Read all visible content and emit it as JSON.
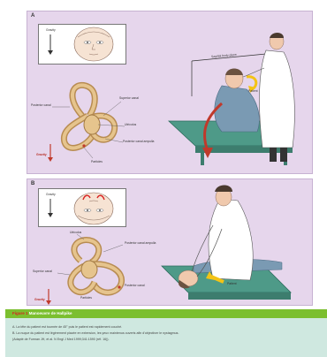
{
  "panel_a": {
    "letter": "A",
    "gravity_inset": {
      "label": "Gravity"
    },
    "ear_labels": {
      "superior": "Superior canal",
      "posterior": "Posterior canal",
      "utriculus": "Utriculus",
      "posterior_ampulla": "Posterior canal ampulla",
      "particles": "Particles",
      "gravity": "Gravity"
    },
    "patient_labels": {
      "plane": "Sagittal body plane",
      "patient": "Patient"
    }
  },
  "panel_b": {
    "letter": "B",
    "gravity_inset": {
      "label": "Gravity"
    },
    "ear_labels": {
      "utriculus": "Utriculus",
      "posterior_ampulla": "Posterior canal ampulla",
      "superior": "Superior canal",
      "posterior": "Posterior canal",
      "particles": "Particles",
      "gravity": "Gravity"
    },
    "patient_labels": {
      "patient": "Patient"
    }
  },
  "legend": {
    "figure_prefix": "Figure 1",
    "title": "Manoeuvre de Hallpike",
    "line_a": "A. La tête du patient est tournée de 45° puis le patient est rapidement couché.",
    "line_b": "B. La nuque du patient est légèrement placée en extension, les yeux maintenus ouverts afin d'objectiver le nystagmus.",
    "source": "(Adapté de Furman JH, et al. N Engl J Med 1999;341:1590 (réf. 16))."
  },
  "colors": {
    "panel_bg": "#e6d6ec",
    "legend_bar": "#7bbf2f",
    "legend_bg": "#cfe8e0",
    "arrow_red": "#c0392b",
    "accent_yellow": "#f3c316"
  }
}
